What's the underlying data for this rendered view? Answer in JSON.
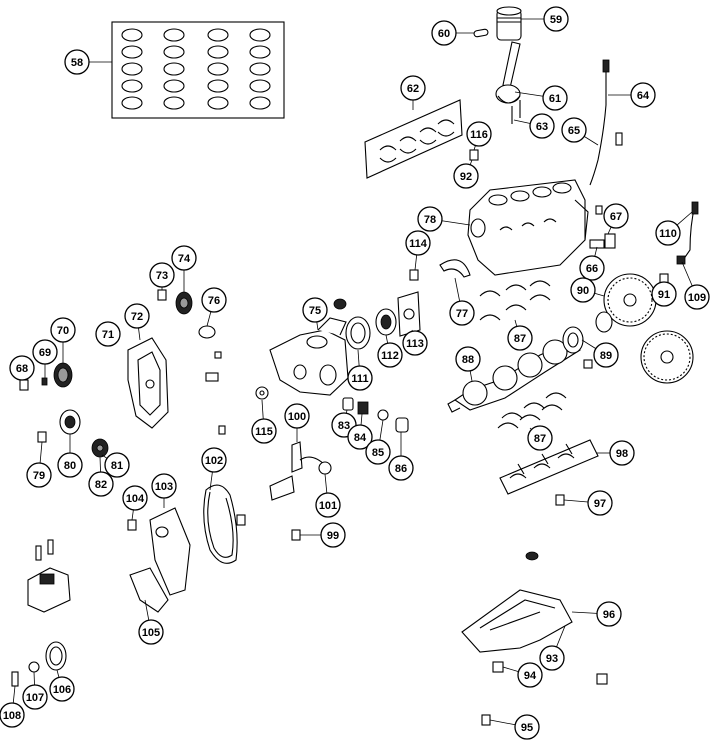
{
  "callouts": [
    {
      "id": "58",
      "label": "58"
    },
    {
      "id": "59",
      "label": "59"
    },
    {
      "id": "60",
      "label": "60"
    },
    {
      "id": "61",
      "label": "61"
    },
    {
      "id": "62",
      "label": "62"
    },
    {
      "id": "63",
      "label": "63"
    },
    {
      "id": "64",
      "label": "64"
    },
    {
      "id": "65",
      "label": "65"
    },
    {
      "id": "66",
      "label": "66"
    },
    {
      "id": "67",
      "label": "67"
    },
    {
      "id": "68",
      "label": "68"
    },
    {
      "id": "69",
      "label": "69"
    },
    {
      "id": "70",
      "label": "70"
    },
    {
      "id": "71",
      "label": "71"
    },
    {
      "id": "72",
      "label": "72"
    },
    {
      "id": "73",
      "label": "73"
    },
    {
      "id": "74",
      "label": "74"
    },
    {
      "id": "75",
      "label": "75"
    },
    {
      "id": "76",
      "label": "76"
    },
    {
      "id": "77",
      "label": "77"
    },
    {
      "id": "78",
      "label": "78"
    },
    {
      "id": "79",
      "label": "79"
    },
    {
      "id": "80",
      "label": "80"
    },
    {
      "id": "81",
      "label": "81"
    },
    {
      "id": "82",
      "label": "82"
    },
    {
      "id": "83",
      "label": "83"
    },
    {
      "id": "84",
      "label": "84"
    },
    {
      "id": "85",
      "label": "85"
    },
    {
      "id": "86",
      "label": "86"
    },
    {
      "id": "87a",
      "label": "87"
    },
    {
      "id": "87b",
      "label": "87"
    },
    {
      "id": "88",
      "label": "88"
    },
    {
      "id": "89",
      "label": "89"
    },
    {
      "id": "90",
      "label": "90"
    },
    {
      "id": "91",
      "label": "91"
    },
    {
      "id": "92",
      "label": "92"
    },
    {
      "id": "93",
      "label": "93"
    },
    {
      "id": "94",
      "label": "94"
    },
    {
      "id": "95",
      "label": "95"
    },
    {
      "id": "96",
      "label": "96"
    },
    {
      "id": "97",
      "label": "97"
    },
    {
      "id": "98",
      "label": "98"
    },
    {
      "id": "99",
      "label": "99"
    },
    {
      "id": "100",
      "label": "100"
    },
    {
      "id": "101",
      "label": "101"
    },
    {
      "id": "102",
      "label": "102"
    },
    {
      "id": "103",
      "label": "103"
    },
    {
      "id": "104",
      "label": "104"
    },
    {
      "id": "105",
      "label": "105"
    },
    {
      "id": "106",
      "label": "106"
    },
    {
      "id": "107",
      "label": "107"
    },
    {
      "id": "108",
      "label": "108"
    },
    {
      "id": "109",
      "label": "109"
    },
    {
      "id": "110",
      "label": "110"
    },
    {
      "id": "111",
      "label": "111"
    },
    {
      "id": "112",
      "label": "112"
    },
    {
      "id": "113",
      "label": "113"
    },
    {
      "id": "114",
      "label": "114"
    },
    {
      "id": "115",
      "label": "115"
    },
    {
      "id": "116",
      "label": "116"
    }
  ]
}
